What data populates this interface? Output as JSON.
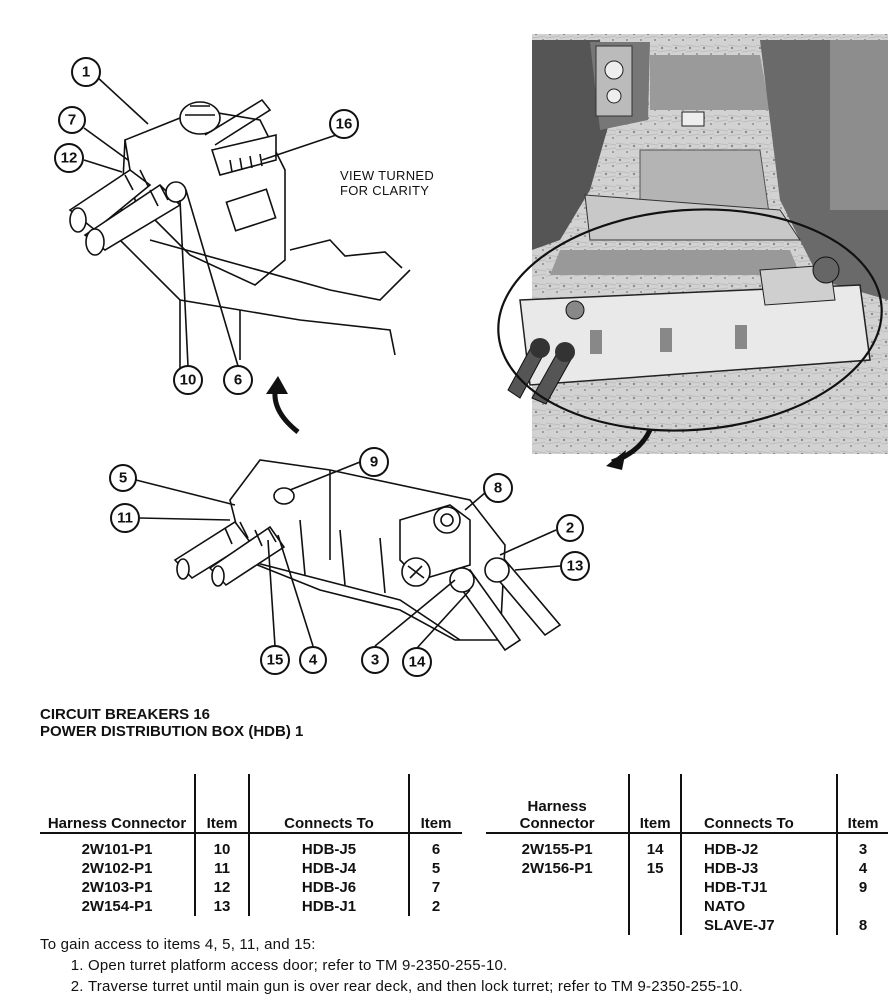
{
  "figure": {
    "view_note_lines": [
      "VIEW TURNED",
      "FOR CLARITY"
    ],
    "callouts_top": [
      "1",
      "7",
      "12",
      "16",
      "10",
      "6"
    ],
    "callouts_bottom": [
      "5",
      "11",
      "9",
      "8",
      "2",
      "13",
      "15",
      "4",
      "3",
      "14"
    ]
  },
  "captions": {
    "line1": "CIRCUIT BREAKERS 16",
    "line2": "POWER DISTRIBUTION BOX (HDB) 1"
  },
  "table": {
    "headers": {
      "harness_connector": "Harness Connector",
      "item": "Item",
      "connects_to": "Connects To",
      "item2": "Item"
    },
    "left_rows": [
      {
        "connector": "2W101-P1",
        "item": "10",
        "connects_to": "HDB-J5",
        "item2": "6"
      },
      {
        "connector": "2W102-P1",
        "item": "11",
        "connects_to": "HDB-J4",
        "item2": "5"
      },
      {
        "connector": "2W103-P1",
        "item": "12",
        "connects_to": "HDB-J6",
        "item2": "7"
      },
      {
        "connector": "2W154-P1",
        "item": "13",
        "connects_to": "HDB-J1",
        "item2": "2"
      }
    ],
    "right_rows": [
      {
        "connector": "2W155-P1",
        "item": "14",
        "connects_to": "HDB-J2",
        "item2": "3"
      },
      {
        "connector": "2W156-P1",
        "item": "15",
        "connects_to": "HDB-J3",
        "item2": "4"
      },
      {
        "connector": "",
        "item": "",
        "connects_to": "HDB-TJ1",
        "item2": "9"
      },
      {
        "connector": "",
        "item": "",
        "connects_to": "NATO",
        "item2": ""
      },
      {
        "connector": "",
        "item": "",
        "connects_to": "SLAVE-J7",
        "item2": "8"
      }
    ]
  },
  "instructions": {
    "intro": "To gain access to items 4, 5, 11, and 15:",
    "steps": [
      "Open turret platform access door; refer to TM 9-2350-255-10.",
      "Traverse turret until main gun is over rear deck, and then lock turret; refer to TM 9-2350-255-10."
    ]
  }
}
